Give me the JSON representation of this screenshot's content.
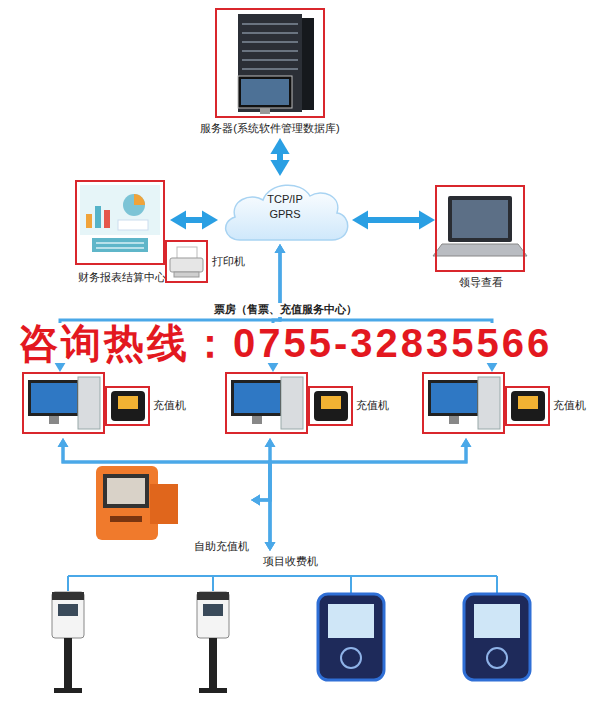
{
  "diagram": {
    "nodes": [
      {
        "text": [
          "服务器(系统软件管理数据库)"
        ]
      },
      {
        "text": [
          "财务报表结算中心"
        ]
      },
      {
        "text": [
          "TCP/IP GPRS"
        ]
      },
      {
        "text": [
          "领导查看"
        ]
      },
      {
        "text": [
          "打印机"
        ]
      },
      {
        "text": [
          "充值机"
        ]
      },
      {
        "text": [
          "充值机"
        ]
      },
      {
        "text": [
          "充值机"
        ]
      },
      {
        "text": [
          "自助充值机"
        ]
      },
      {
        "text": [
          "项目收费机"
        ]
      }
    ],
    "edges": [
      {
        "from": 0,
        "to": 2,
        "arrow": "both"
      },
      {
        "from": 1,
        "to": 2,
        "arrow": "both"
      },
      {
        "from": 2,
        "to": 3,
        "arrow": "both"
      },
      {
        "from": 2,
        "to": 5,
        "arrow": "both"
      },
      {
        "from": 2,
        "to": 6,
        "arrow": "both"
      },
      {
        "from": 2,
        "to": 7,
        "arrow": "both"
      },
      {
        "from": 5,
        "to": 8,
        "arrow": "both"
      },
      {
        "from": 6,
        "to": 8,
        "arrow": "both"
      },
      {
        "from": 7,
        "to": 8,
        "arrow": "both"
      },
      {
        "from": 5,
        "to": 9,
        "arrow": "both"
      },
      {
        "from": 6,
        "to": 9,
        "arrow": "both"
      },
      {
        "from": 7,
        "to": 9,
        "arrow": "both"
      }
    ],
    "labels": [
      "票房（售票、充值服务中心）",
      "咨询热线：0755-32835566"
    ]
  }
}
